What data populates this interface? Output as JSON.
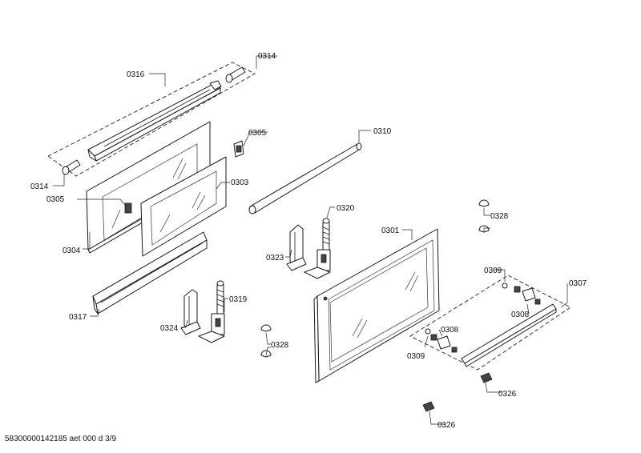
{
  "labels": {
    "l0316": "0316",
    "l0314a": "0314",
    "l0314b": "0314",
    "l0305a": "0305",
    "l0305b": "0305",
    "l0310": "0310",
    "l0303": "0303",
    "l0304": "0304",
    "l0320": "0320",
    "l0301": "0301",
    "l0328a": "0328",
    "l0328b": "0328",
    "l0323": "0323",
    "l0317": "0317",
    "l0319": "0319",
    "l0324": "0324",
    "l0309a": "0309",
    "l0309b": "0309",
    "l0307": "0307",
    "l0308a": "0308",
    "l0308b": "0308",
    "l0326a": "0326",
    "l0326b": "0326"
  },
  "footer": "58300000142185 aet 000 d 3/9"
}
